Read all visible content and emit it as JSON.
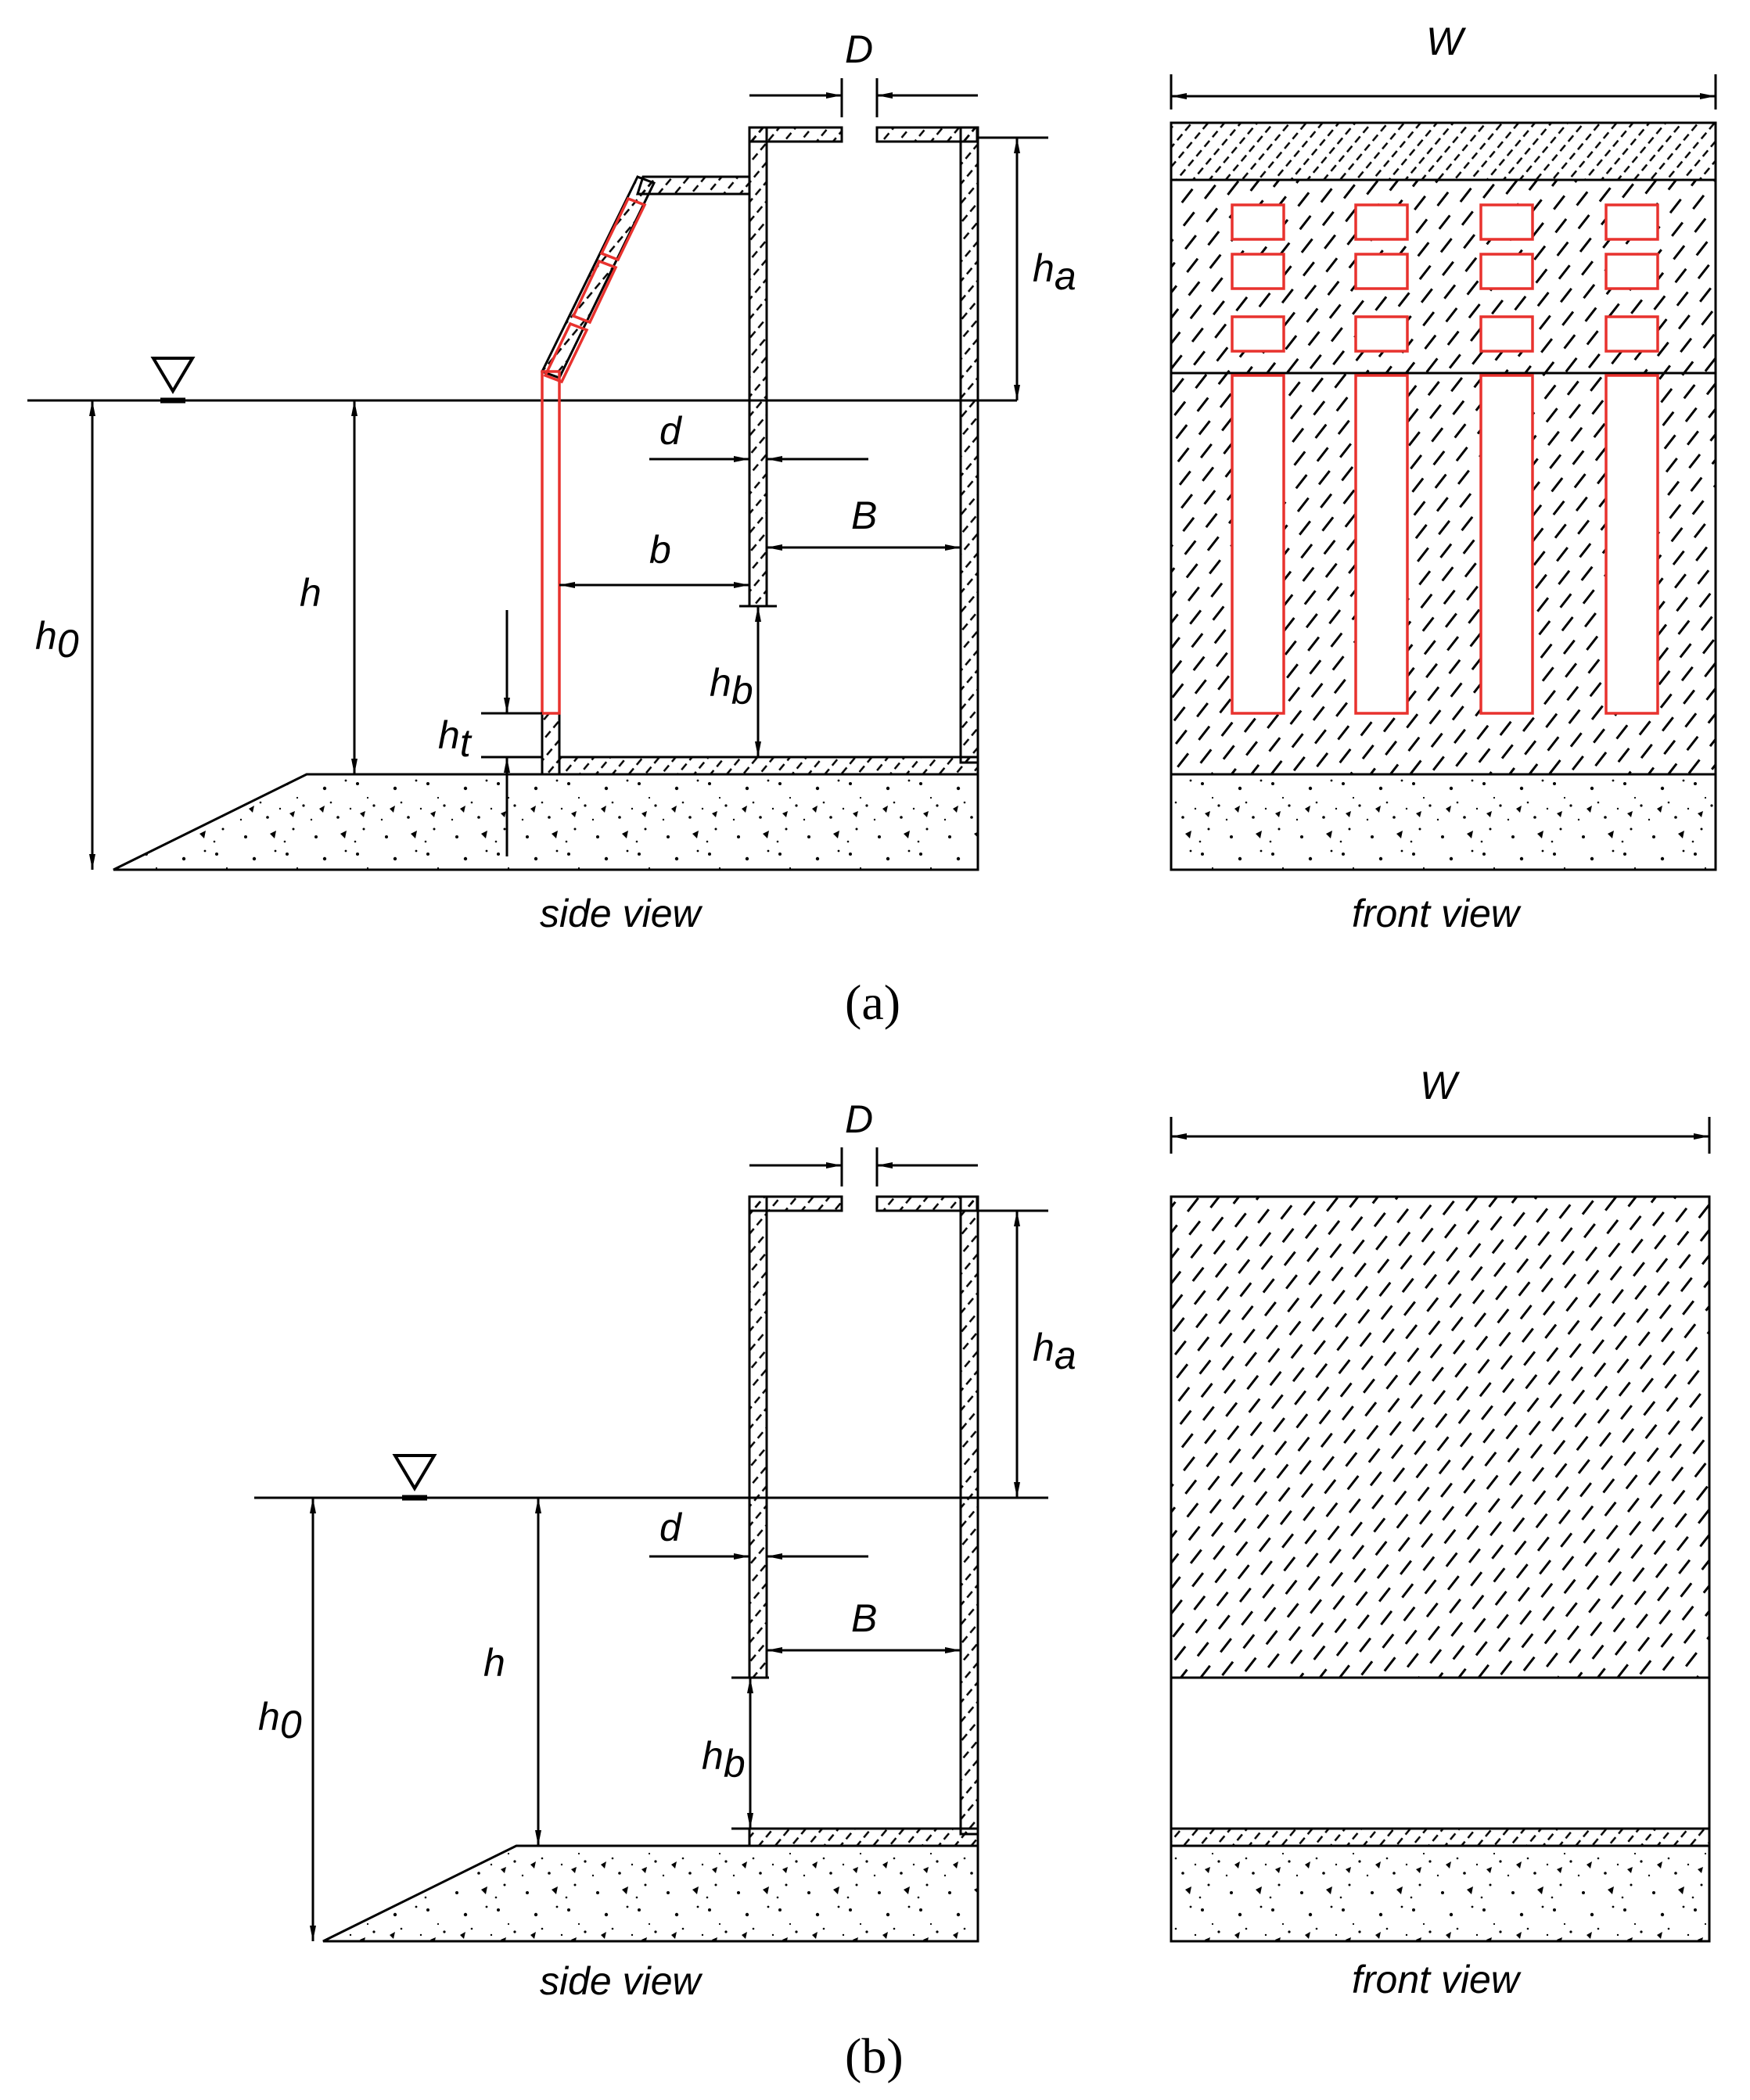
{
  "panels": {
    "a": {
      "label": "(a)",
      "side_view": {
        "caption": "side view",
        "dims": {
          "D": "D",
          "d": "d",
          "B": "B",
          "b": "b",
          "h": "h",
          "h0": "h",
          "h0_sub": "0",
          "ha": "h",
          "ha_sub": "a",
          "hb": "h",
          "hb_sub": "b",
          "ht": "h",
          "ht_sub": "t"
        }
      },
      "front_view": {
        "caption": "front view",
        "width_label": "W",
        "slot_columns": 4,
        "small_openings_per_column": 3
      }
    },
    "b": {
      "label": "(b)",
      "side_view": {
        "caption": "side view",
        "dims": {
          "D": "D",
          "d": "d",
          "B": "B",
          "h": "h",
          "h0": "h",
          "h0_sub": "0",
          "ha": "h",
          "ha_sub": "a",
          "hb": "h",
          "hb_sub": "b"
        }
      },
      "front_view": {
        "caption": "front view",
        "width_label": "W"
      }
    }
  },
  "colors": {
    "line": "#000000",
    "porous_highlight": "#e8322e",
    "background": "#ffffff"
  }
}
